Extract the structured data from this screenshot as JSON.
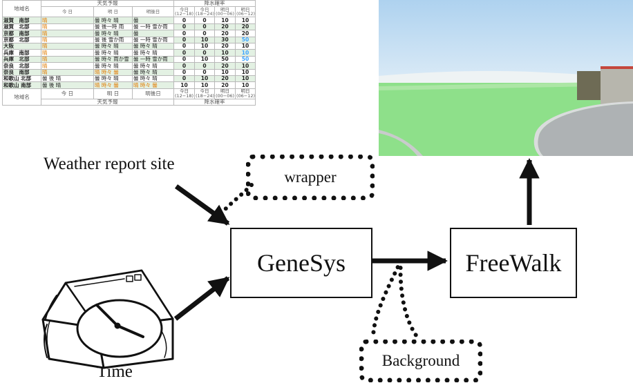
{
  "weather_table": {
    "header_region": "地域名",
    "header_forecast": "天気予報",
    "header_precip": "降水確率",
    "day_today": "今 日",
    "day_tomorrow": "明 日",
    "day_after": "明後日",
    "precip_slots": [
      "今日\n(12−18)",
      "今日\n(18−24)",
      "明日\n(00−06)",
      "明日\n(06−12)"
    ],
    "rows": [
      {
        "region": "滋賀　南部",
        "today": "晴",
        "tomorrow": "曇 時々 晴",
        "after": "曇",
        "p": [
          "0",
          "0",
          "10",
          "10"
        ]
      },
      {
        "region": "滋賀　北部",
        "today": "晴",
        "tomorrow": "曇 後一時 雨",
        "after": "曇 一時 雪か雨",
        "p": [
          "0",
          "0",
          "20",
          "20"
        ]
      },
      {
        "region": "京都　南部",
        "today": "晴",
        "tomorrow": "曇 時々 晴",
        "after": "曇",
        "p": [
          "0",
          "0",
          "20",
          "20"
        ]
      },
      {
        "region": "京都　北部",
        "today": "晴",
        "tomorrow": "曇 後 雪か雨",
        "after": "曇 一時 雪か雨",
        "p": [
          "0",
          "10",
          "30",
          "50"
        ]
      },
      {
        "region": "大阪",
        "today": "晴",
        "tomorrow": "曇 時々 晴",
        "after": "曇 時々 晴",
        "p": [
          "0",
          "10",
          "20",
          "10"
        ]
      },
      {
        "region": "兵庫　南部",
        "today": "晴",
        "tomorrow": "曇 時々 晴",
        "after": "曇 時々 晴",
        "p": [
          "0",
          "0",
          "10",
          "10"
        ]
      },
      {
        "region": "兵庫　北部",
        "today": "晴",
        "tomorrow": "曇 時々 雨か雪",
        "after": "曇 一時 雪か雨",
        "p": [
          "0",
          "10",
          "50",
          "50"
        ]
      },
      {
        "region": "奈良　北部",
        "today": "晴",
        "tomorrow": "曇 時々 晴",
        "after": "曇 時々 晴",
        "p": [
          "0",
          "0",
          "20",
          "10"
        ]
      },
      {
        "region": "奈良　南部",
        "today": "晴",
        "tomorrow": "晴 時々 曇",
        "after": "曇 時々 晴",
        "p": [
          "0",
          "0",
          "10",
          "10"
        ]
      },
      {
        "region": "和歌山 北部",
        "today": "曇 後 晴",
        "tomorrow": "曇 時々 晴",
        "after": "曇 時々 晴",
        "p": [
          "0",
          "10",
          "20",
          "10"
        ]
      },
      {
        "region": "和歌山 南部",
        "today": "曇 後 晴",
        "tomorrow": "晴 時々 曇",
        "after": "晴 時々 曇",
        "p": [
          "10",
          "10",
          "20",
          "10"
        ]
      }
    ]
  },
  "labels": {
    "weather_site": "Weather report site",
    "time": "Time",
    "wrapper": "wrapper",
    "genesys": "GeneSys",
    "freewalk": "FreeWalk",
    "background": "Background"
  },
  "colors": {
    "line": "#111111",
    "sky_top": "#aed2ef",
    "sky_bottom": "#dcebf6",
    "grass": "#8ee08a",
    "path": "#aeb2b4",
    "table_green": "#e3f1e3",
    "sunny_orange": "#e07a00",
    "precip_blue": "#3aa3ff"
  },
  "icons": {
    "clock": "alarm-clock-icon",
    "arrow": "arrow-icon"
  }
}
